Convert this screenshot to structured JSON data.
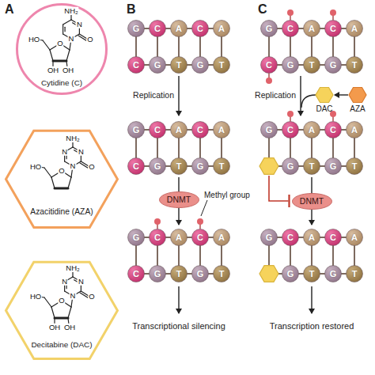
{
  "diagram": {
    "nodes": [
      {
        "text": [
          "Cytidine (C)"
        ]
      },
      {
        "text": [
          "Azacitidine (AZA)"
        ]
      },
      {
        "text": [
          "Decitabine (DAC)"
        ]
      },
      {
        "text": [
          "G"
        ]
      },
      {
        "text": [
          "C"
        ]
      },
      {
        "text": [
          "A"
        ]
      },
      {
        "text": [
          "C"
        ]
      },
      {
        "text": [
          "A"
        ]
      },
      {
        "text": [
          "C"
        ]
      },
      {
        "text": [
          "G"
        ]
      },
      {
        "text": [
          "T"
        ]
      },
      {
        "text": [
          "G"
        ]
      },
      {
        "text": [
          "T"
        ]
      },
      {
        "text": [
          "G"
        ]
      },
      {
        "text": [
          "C"
        ]
      },
      {
        "text": [
          "A"
        ]
      },
      {
        "text": [
          "C"
        ]
      },
      {
        "text": [
          "A"
        ]
      },
      {
        "text": [
          "C"
        ]
      },
      {
        "text": [
          "G"
        ]
      },
      {
        "text": [
          "T"
        ]
      },
      {
        "text": [
          "G"
        ]
      },
      {
        "text": [
          "T"
        ]
      },
      {
        "text": [
          "DNMT"
        ]
      },
      {
        "text": [
          "G"
        ]
      },
      {
        "text": [
          "C"
        ]
      },
      {
        "text": [
          "A"
        ]
      },
      {
        "text": [
          "C"
        ]
      },
      {
        "text": [
          "A"
        ]
      },
      {
        "text": [
          "C"
        ]
      },
      {
        "text": [
          "G"
        ]
      },
      {
        "text": [
          "T"
        ]
      },
      {
        "text": [
          "G"
        ]
      },
      {
        "text": [
          "T"
        ]
      },
      {
        "text": [
          "G"
        ]
      },
      {
        "text": [
          "C"
        ]
      },
      {
        "text": [
          "A"
        ]
      },
      {
        "text": [
          "C"
        ]
      },
      {
        "text": [
          "A"
        ]
      },
      {
        "text": [
          "C"
        ]
      },
      {
        "text": [
          "G"
        ]
      },
      {
        "text": [
          "T"
        ]
      },
      {
        "text": [
          "G"
        ]
      },
      {
        "text": [
          "T"
        ]
      },
      {
        "text": [
          "DAC"
        ]
      },
      {
        "text": [
          "AZA"
        ]
      },
      {
        "text": [
          "G"
        ]
      },
      {
        "text": [
          "C"
        ]
      },
      {
        "text": [
          "A"
        ]
      },
      {
        "text": [
          "C"
        ]
      },
      {
        "text": [
          "A"
        ]
      },
      {
        "text": [
          "G"
        ]
      },
      {
        "text": [
          "T"
        ]
      },
      {
        "text": [
          "G"
        ]
      },
      {
        "text": [
          "T"
        ]
      },
      {
        "text": [
          "DNMT"
        ]
      },
      {
        "text": [
          "G"
        ]
      },
      {
        "text": [
          "C"
        ]
      },
      {
        "text": [
          "A"
        ]
      },
      {
        "text": [
          "C"
        ]
      },
      {
        "text": [
          "A"
        ]
      },
      {
        "text": [
          "G"
        ]
      },
      {
        "text": [
          "T"
        ]
      },
      {
        "text": [
          "G"
        ]
      },
      {
        "text": [
          "T"
        ]
      }
    ],
    "edges": [
      {
        "from": 45,
        "to": 44,
        "arrow": "to"
      }
    ],
    "labels": [
      "A",
      "NH₂",
      "N",
      "O",
      "N",
      "HO",
      "O",
      "OH",
      "OH",
      "NH₂",
      "N",
      "N",
      "O",
      "N",
      "HO",
      "O",
      "NH₂",
      "N",
      "N",
      "O",
      "N",
      "HO",
      "O",
      "OH",
      "OH",
      "B",
      "Replication",
      "Methyl group",
      "Transcriptional silencing",
      "C",
      "Replication",
      "Transcription restored"
    ]
  }
}
